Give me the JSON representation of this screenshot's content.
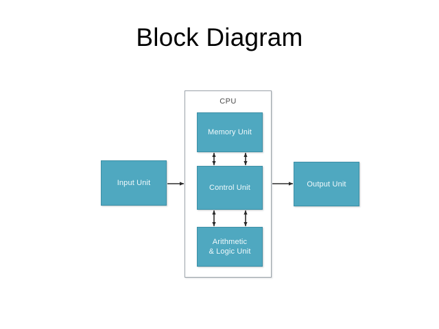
{
  "slide": {
    "title": "Block Diagram",
    "background_color": "#ffffff"
  },
  "diagram": {
    "type": "block-diagram",
    "block_fill_color": "#4FA8C0",
    "block_border_color": "#3B8EA5",
    "block_text_color": "#F2FAFC",
    "container_border_color": "#9AA2A8",
    "connector_color": "#2B2B2B",
    "container": {
      "label": "CPU"
    },
    "blocks": [
      {
        "id": "input",
        "label": "Input Unit",
        "lines": [
          "Input Unit"
        ]
      },
      {
        "id": "memory",
        "label": "Memory Unit",
        "lines": [
          "Memory Unit"
        ]
      },
      {
        "id": "control",
        "label": "Control Unit",
        "lines": [
          "Control Unit"
        ]
      },
      {
        "id": "alu",
        "label": "Arithmetic & Logic Unit",
        "lines": [
          "Arithmetic",
          "& Logic Unit"
        ]
      },
      {
        "id": "output",
        "label": "Output Unit",
        "lines": [
          "Output Unit"
        ]
      }
    ],
    "connectors": [
      {
        "from": "input",
        "to": "cpu",
        "style": "single-arrow",
        "direction": "right"
      },
      {
        "from": "cpu",
        "to": "output",
        "style": "single-arrow",
        "direction": "right"
      },
      {
        "from": "memory",
        "to": "control",
        "style": "double-arrow",
        "direction": "vertical",
        "count": 2
      },
      {
        "from": "control",
        "to": "alu",
        "style": "double-arrow",
        "direction": "vertical",
        "count": 2
      }
    ]
  }
}
